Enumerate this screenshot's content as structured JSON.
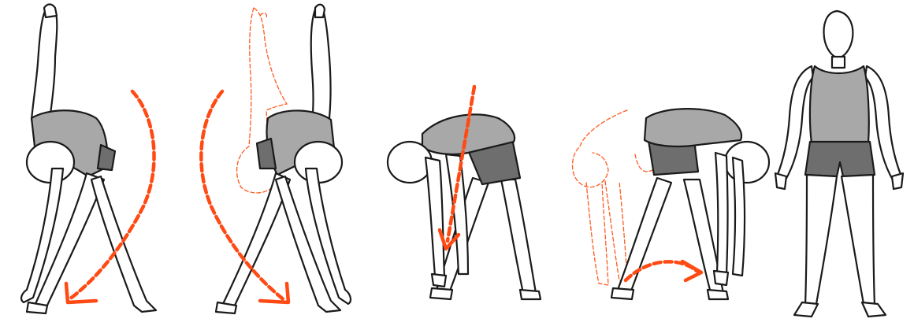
{
  "illustration": {
    "figures": [
      {
        "name": "side-bend-left",
        "arrow": "curve-down-left"
      },
      {
        "name": "side-bend-right",
        "arrow": "curve-down-right"
      },
      {
        "name": "forward-bend-reach",
        "arrow": "straight-down"
      },
      {
        "name": "forward-bend-sweep",
        "arrow": "sweep-right"
      },
      {
        "name": "standing-start",
        "arrow": "none"
      }
    ],
    "colors": {
      "outline": "#1a1a1a",
      "skin": "#ffffff",
      "shirt": "#a8a8a8",
      "shorts": "#6e6e6e",
      "arrow": "#ff4a14"
    }
  }
}
